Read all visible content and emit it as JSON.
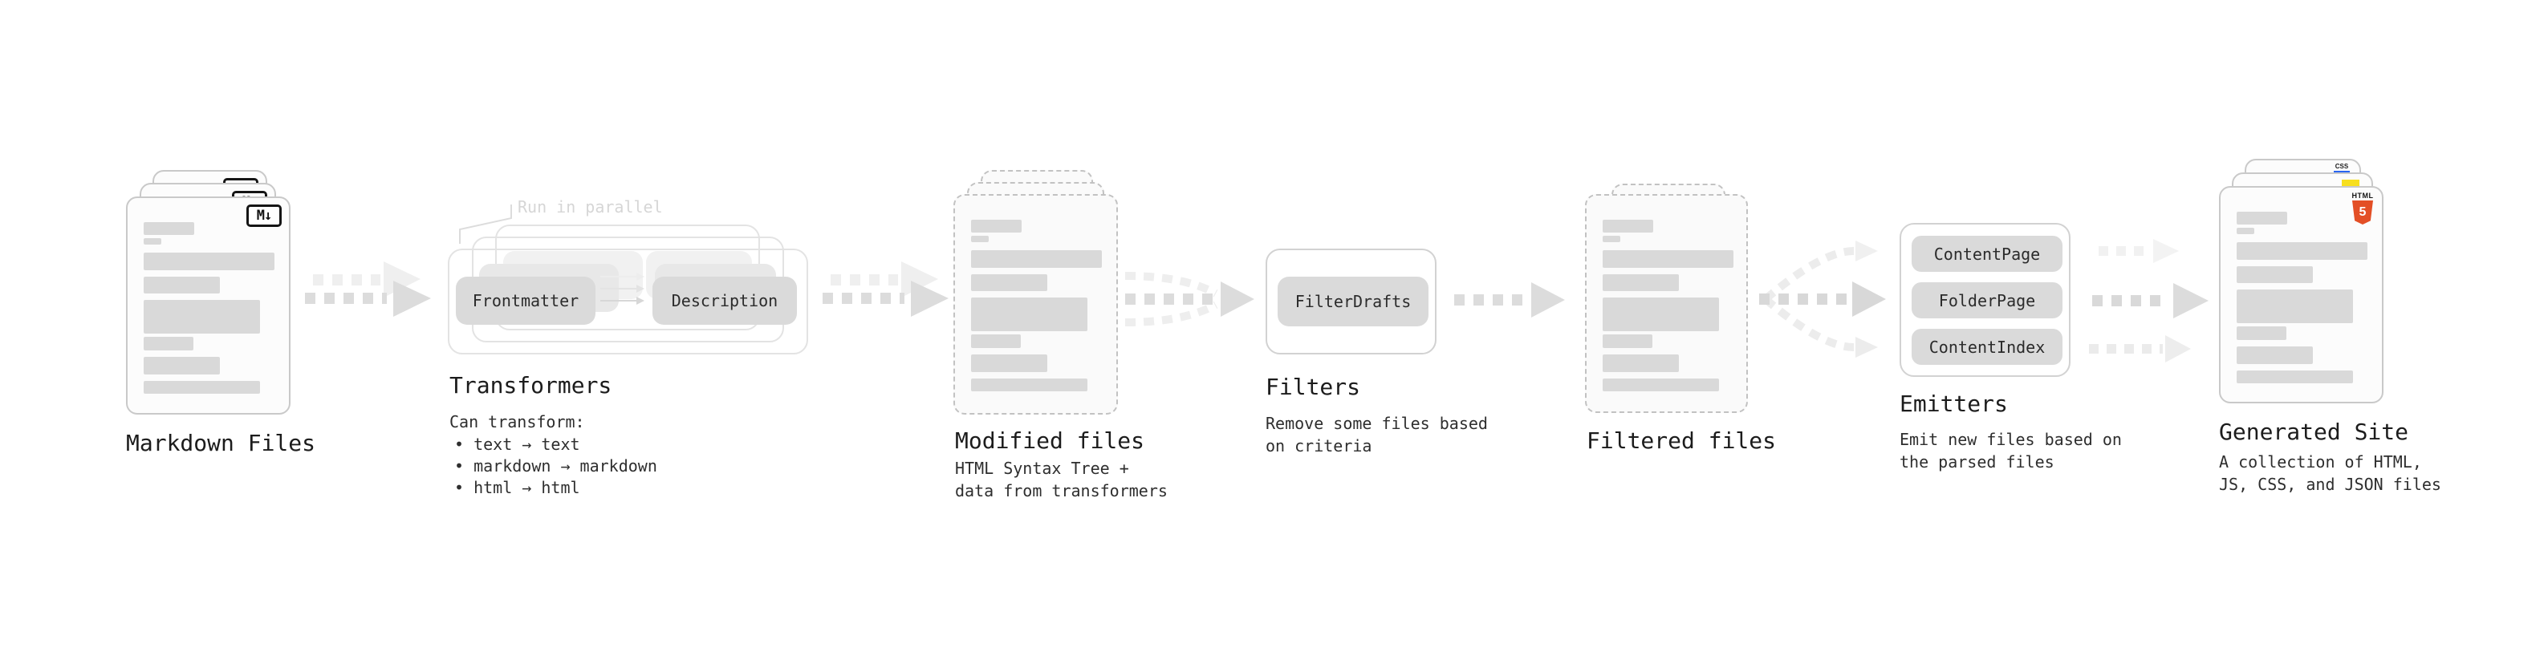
{
  "sections": {
    "markdown_files": {
      "title": "Markdown Files",
      "badge": "M↓"
    },
    "transformers": {
      "title": "Transformers",
      "annotation": "Run in parallel",
      "pills": [
        "Frontmatter",
        "Description"
      ],
      "body_intro": "Can transform:",
      "bullet_char": "•",
      "bullets": [
        "text → text",
        "markdown → markdown",
        "html → html"
      ]
    },
    "modified_files": {
      "title": "Modified files",
      "subtitle_lines": [
        "HTML Syntax Tree +",
        "data from transformers"
      ]
    },
    "filters": {
      "title": "Filters",
      "pill": "FilterDrafts",
      "subtitle_lines": [
        "Remove some files based",
        "on criteria"
      ]
    },
    "filtered_files": {
      "title": "Filtered files"
    },
    "emitters": {
      "title": "Emitters",
      "pills": [
        "ContentPage",
        "FolderPage",
        "ContentIndex"
      ],
      "subtitle_lines": [
        "Emit new files based on",
        "the parsed files"
      ]
    },
    "generated_site": {
      "title": "Generated Site",
      "subtitle_lines": [
        "A collection of HTML,",
        "JS, CSS, and JSON files"
      ],
      "html5_badge_word": "HTML",
      "html5_badge_numeral": "5",
      "css_badge_word": "CSS"
    }
  },
  "colors": {
    "html5_orange": "#e34f26",
    "css_blue": "#2965f1",
    "js_yellow": "#f7df1e",
    "placeholder_bar_gray": "#d9d9d9",
    "pill_gray": "#dadada",
    "arrow_gray": "#dcdcdc",
    "arrow_ghost_gray": "#efefef"
  }
}
